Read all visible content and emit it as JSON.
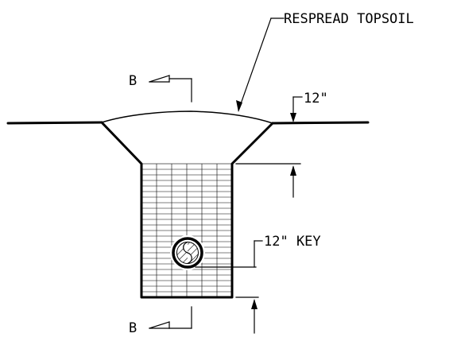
{
  "labels": {
    "respread": "RESPREAD TOPSOIL",
    "depth": "12\"",
    "key": "12\" KEY",
    "section_top": "B",
    "section_bottom": "B"
  },
  "colors": {
    "line": "#000000",
    "background": "#ffffff"
  }
}
